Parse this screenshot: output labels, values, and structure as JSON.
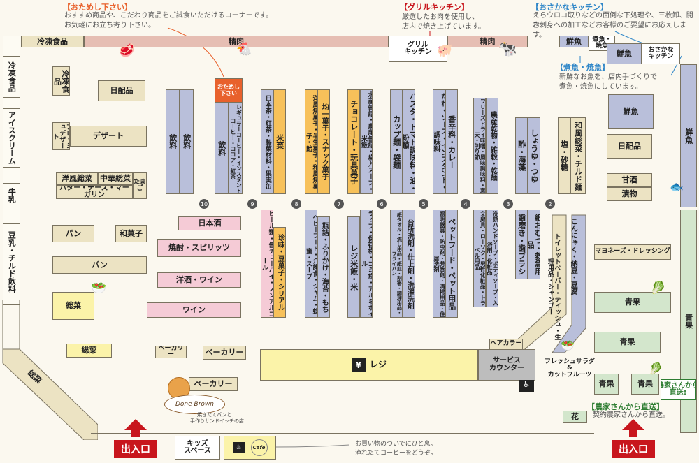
{
  "annotations": {
    "tasting": {
      "title": "【おためし下さい】",
      "desc1": "おすすめ商品や、こだわり商品をご試食いただけるコーナーです。",
      "desc2": "お気軽にお立ち寄り下さい。"
    },
    "grill": {
      "title": "【グリルキッチン】",
      "desc1": "厳選したお肉を使用し、",
      "desc2": "店内で焼き上げています。"
    },
    "fish_kitchen": {
      "title": "【おさかなキッチン】",
      "desc1": "えらウロコ取りなどの面倒な下処理や、三枚卸、開き、",
      "desc2": "お刺身への加工などお客様のご要望にお応えします。"
    },
    "nizakana": {
      "title": "【煮魚・焼魚】",
      "desc1": "新鮮なお魚を、店内手づくりで",
      "desc2": "煮魚・焼魚にしています。"
    },
    "farmers": {
      "title": "【農家さんから直送】",
      "desc1": "契約農家さんから直送。"
    },
    "cafe_note": {
      "desc1": "お買い物のついでにひと息。",
      "desc2": "淹れたてコーヒーをどうぞ。"
    },
    "bakery_note": {
      "desc1": "焼きたてパンと",
      "desc2": "手作りサンドイッチの店"
    }
  },
  "wall_top": {
    "frozen": "冷凍食品",
    "meat": "精肉",
    "meat2": "精肉",
    "grill": "グリル\nキッチン",
    "fish1": "鮮魚",
    "nizakana": "煮魚・\n焼魚",
    "fish2": "鮮魚",
    "fish_kitchen": "おさかな\nキッチン"
  },
  "wall_left": {
    "frozen": "冷凍食品",
    "icecream": "アイスクリーム",
    "milk": "牛乳",
    "soy": "豆乳・チルド飲料",
    "sozai": "総菜"
  },
  "wall_right": {
    "fish": "鮮魚",
    "produce": "青果"
  },
  "left_zone": {
    "frozen_food": "冷凍食品",
    "daily": "日配品",
    "fresh_dessert": "フレッシュデザート",
    "dessert": "デザート",
    "western_sozai": "洋風総菜",
    "chinese_sozai": "中華総菜",
    "egg": "たまご",
    "butter": "バター・チーズ・マーガリン",
    "bread1": "パン",
    "wagashi": "和菓子",
    "bread2": "パン",
    "sozai1": "総菜",
    "sozai2": "総菜",
    "bakery_small": "ベーカリー",
    "bakery1": "ベーカリー",
    "bakery2": "ベーカリー",
    "bakery_shop": "Done Brown"
  },
  "tasting_box": "おためし\n下さい",
  "top_aisles": [
    {
      "text": "飲料"
    },
    {
      "text": "飲料"
    },
    {
      "text": "飲料"
    },
    {
      "text": "レギュラーコーヒー・インスタントコーヒー・ココア・紅茶"
    },
    {
      "text": "日本茶・紅茶・製菓材料・果実缶"
    },
    {
      "text": "米菜"
    },
    {
      "text": "洋風焼菓子・半生菓子・和風焼菓子・飴"
    },
    {
      "text": "均一菓子・スナック菓子"
    },
    {
      "text": "チョコレート・玩具菓子"
    },
    {
      "text": "水産缶詰・農産缶詰・袋入スープ・米飯"
    },
    {
      "text": "カップ麺・袋麺"
    },
    {
      "text": "パスタ・トマト調味料・油・粉類"
    },
    {
      "text": "たれ・ソース・インスタント・調味料"
    },
    {
      "text": "香辛料・カレー"
    },
    {
      "text": "フリーズドライ味噌・風味調味料・寒天・削り節"
    },
    {
      "text": "農産乾物・雑穀・乾麺"
    },
    {
      "text": "酢・海藻"
    },
    {
      "text": "しょうゆ・つゆ"
    },
    {
      "text": "塩・砂糖"
    },
    {
      "text": "和風総菜・チルド麺"
    }
  ],
  "aisle_numbers": [
    "10",
    "9",
    "8",
    "7",
    "6",
    "5",
    "4",
    "3",
    "2"
  ],
  "bottom_left": {
    "sake": "日本酒",
    "shochu": "焼酎・スピリッツ",
    "yoshu": "洋酒・ワイン",
    "wine": "ワイン"
  },
  "bottom_aisles": [
    {
      "text": "ビール類・缶チューハイ・ノンアルコール"
    },
    {
      "text": "珍味・豆菓子・シリアル"
    },
    {
      "text": "ベビーフード・介護食・ジャム・蜂蜜・スープ"
    },
    {
      "text": "瓶詰・ふりかけ・海苔・もち"
    },
    {
      "text": "レジ米飯・米"
    },
    {
      "text": "ラップ・保存袋・ゴミ袋・アルミホイル"
    },
    {
      "text": "紙タオル・流し用品・紙皿・割箸・調理用品・フライパン"
    },
    {
      "text": "台所洗剤・仕上剤・洗濯洗剤"
    },
    {
      "text": "照明器具・防虫剤・芳香剤・清掃用品・住居洗剤"
    },
    {
      "text": "ペットフード・ペット用品"
    },
    {
      "text": "文房具・ローソク・男性化粧品・トラベル用品"
    },
    {
      "text": "洗顔ハンドソープ・ボディソープ・入浴剤・化粧品"
    },
    {
      "text": "歯磨き・歯ブラシ"
    },
    {
      "text": "紙おむつ・救急用品"
    }
  ],
  "right_zone": {
    "fresh_fish": "鮮魚",
    "daily": "日配品",
    "amazake": "甘酒",
    "pickles": "漬物",
    "konnyaku": "こんにゃく・納豆・豆腐",
    "toilet": "トイレットペーパー・ティッシュ・生理用品・シャンプー",
    "mayo": "マヨネーズ・ドレッシング",
    "produce1": "青果",
    "produce2": "青果",
    "produce3": "青果",
    "produce4": "青果",
    "flower": "花",
    "fresh_salad": "フレッシュサラダ\n&\nカットフルーツ",
    "farmer_badge": "農家さんから\n直送!"
  },
  "checkout": {
    "register": "レジ",
    "yen_icon": "¥",
    "service": "サービス\nカウンター",
    "hair": "ヘアカラー"
  },
  "entrance": {
    "left": "出入口",
    "right": "出入口",
    "kids": "キッズ\nスペース",
    "cafe": "Cafe"
  }
}
